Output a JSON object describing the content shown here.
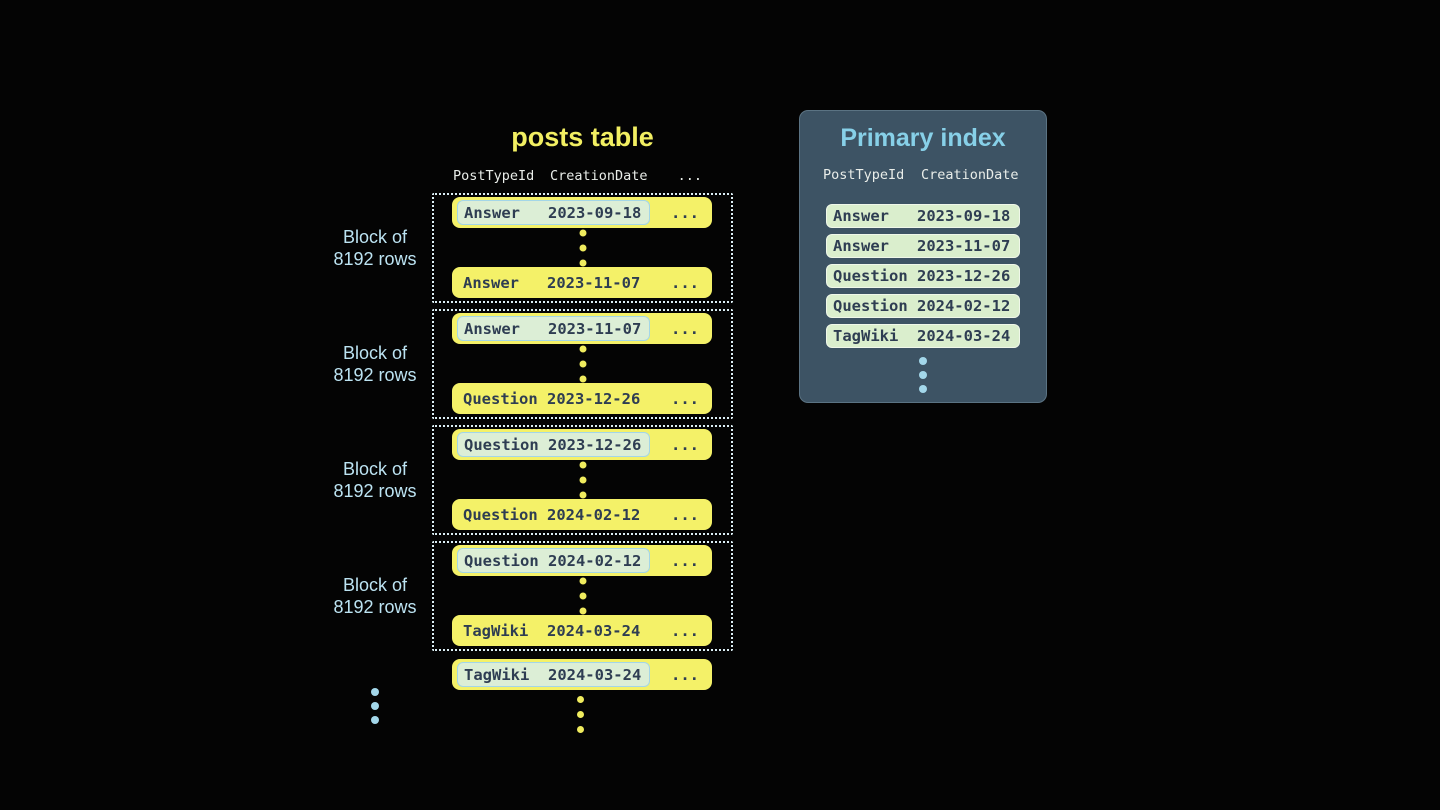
{
  "colors": {
    "background": "#040404",
    "row_yellow": "#f4f168",
    "key_cell_green": "#dceed6",
    "key_cell_border_blue": "#a3d6e8",
    "index_row_green": "#daeecd",
    "index_row_border": "#eff7e9",
    "panel_background": "#3d5364",
    "panel_title_blue": "#87d0e8",
    "dark_text": "#2e3d52",
    "block_label_blue": "#bce3f2",
    "header_text": "#e9ede9",
    "block_dotted_border": "#dbeef4",
    "dot_yellow": "#f0ec5e",
    "dot_blue": "#a3d7ea",
    "title_yellow": "#f2ef62"
  },
  "posts_table": {
    "title": "posts table",
    "headers": {
      "post_type_id": "PostTypeId",
      "creation_date": "CreationDate",
      "more": "..."
    },
    "blocks": [
      {
        "label": [
          "Block of",
          "8192 rows"
        ],
        "first_row": {
          "type": "Answer",
          "date": "2023-09-18",
          "more": "..."
        },
        "last_row": {
          "type": "Answer",
          "date": "2023-11-07",
          "more": "..."
        }
      },
      {
        "label": [
          "Block of",
          "8192 rows"
        ],
        "first_row": {
          "type": "Answer",
          "date": "2023-11-07",
          "more": "..."
        },
        "last_row": {
          "type": "Question",
          "date": "2023-12-26",
          "more": "..."
        }
      },
      {
        "label": [
          "Block of",
          "8192 rows"
        ],
        "first_row": {
          "type": "Question",
          "date": "2023-12-26",
          "more": "..."
        },
        "last_row": {
          "type": "Question",
          "date": "2024-02-12",
          "more": "..."
        }
      },
      {
        "label": [
          "Block of",
          "8192 rows"
        ],
        "first_row": {
          "type": "Question",
          "date": "2024-02-12",
          "more": "..."
        },
        "last_row": {
          "type": "TagWiki",
          "date": "2024-03-24",
          "more": "..."
        }
      }
    ],
    "continuation_row": {
      "type": "TagWiki",
      "date": "2024-03-24",
      "more": "..."
    }
  },
  "primary_index": {
    "title": "Primary index",
    "headers": {
      "post_type_id": "PostTypeId",
      "creation_date": "CreationDate"
    },
    "rows": [
      {
        "type": "Answer",
        "date": "2023-09-18"
      },
      {
        "type": "Answer",
        "date": "2023-11-07"
      },
      {
        "type": "Question",
        "date": "2023-12-26"
      },
      {
        "type": "Question",
        "date": "2024-02-12"
      },
      {
        "type": "TagWiki",
        "date": "2024-03-24"
      }
    ]
  }
}
